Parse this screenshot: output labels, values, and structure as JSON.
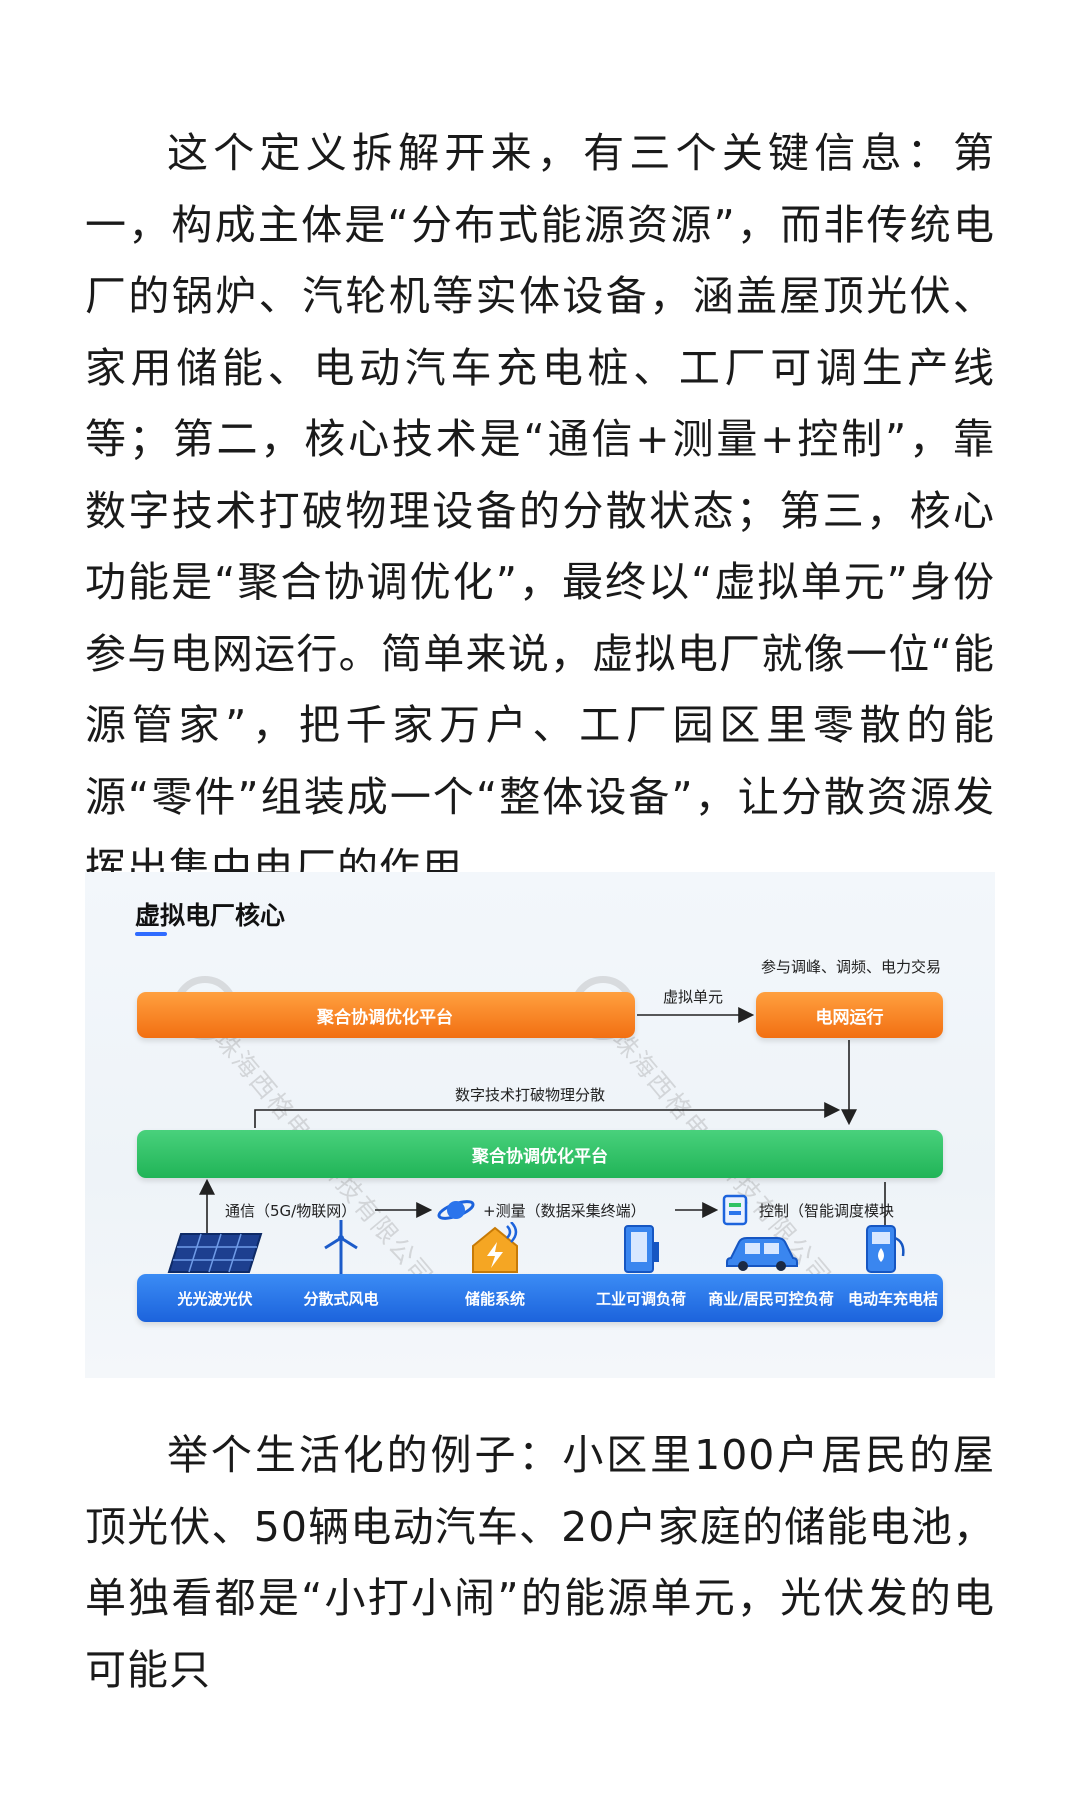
{
  "article": {
    "paragraph1": "这个定义拆解开来，有三个关键信息：第一，构成主体是“分布式能源资源”，而非传统电厂的锅炉、汽轮机等实体设备，涵盖屋顶光伏、家用储能、电动汽车充电桩、工厂可调生产线等；第二，核心技术是“通信+测量+控制”，靠数字技术打破物理设备的分散状态；第三，核心功能是“聚合协调优化”，最终以“虚拟单元”身份参与电网运行。简单来说，虚拟电厂就像一位“能源管家”，把千家万户、工厂园区里零散的能源“零件”组装成一个“整体设备”，让分散资源发挥出集中电厂的作用。",
    "paragraph2": "举个生活化的例子：小区里100户居民的屋顶光伏、50辆电动汽车、20户家庭的储能电池，单独看都是“小打小闹”的能源单元，光伏发的电可能只"
  },
  "figure": {
    "title": "虚拟电厂核心",
    "top_bar_label": "聚合协调优化平台",
    "virtual_unit_label": "虚拟单元",
    "grid_box_label": "电网运行",
    "grid_services_label": "参与调峰、调频、电力交易",
    "digital_label": "数字技术打破物理分散",
    "mid_bar_label": "聚合协调优化平台",
    "comm_label": "通信（5G/物联网）",
    "measure_label": "+测量（数据采集终端）",
    "control_label": "控制（智能调度模块",
    "resources": [
      {
        "label": "光光波光伏",
        "icon": "solar-panel-icon"
      },
      {
        "label": "分散式风电",
        "icon": "wind-turbine-icon"
      },
      {
        "label": "储能系统",
        "icon": "energy-storage-icon"
      },
      {
        "label": "工业可调负荷",
        "icon": "industrial-load-icon"
      },
      {
        "label": "商业/居民可控负荷",
        "icon": "car-icon"
      },
      {
        "label": "电动车充电桔",
        "icon": "ev-charger-icon"
      }
    ],
    "watermark": "珠海西格电力科技有限公司",
    "colors": {
      "orange": "#f5821f",
      "green": "#2fc266",
      "blue": "#2a74ec",
      "title_accent": "#2f6bff"
    }
  }
}
